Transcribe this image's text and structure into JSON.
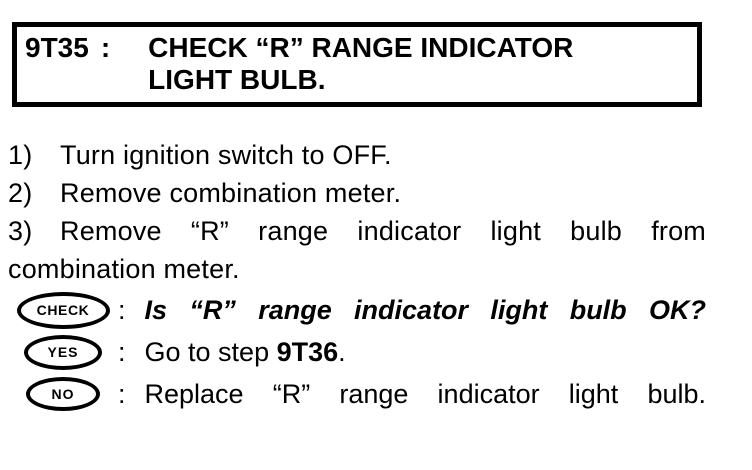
{
  "colors": {
    "background": "#ffffff",
    "text": "#000000"
  },
  "header": {
    "step_id": "9T35",
    "separator": ":",
    "title_line1": "CHECK “R” RANGE INDICATOR",
    "title_line2": "LIGHT BULB."
  },
  "procedure": {
    "steps": [
      {
        "num": "1)",
        "text": "Turn ignition switch to OFF."
      },
      {
        "num": "2)",
        "text": "Remove combination meter."
      },
      {
        "num": "3)",
        "text": "Remove “R” range indicator light bulb from"
      },
      {
        "num": "",
        "text": "combination meter."
      }
    ]
  },
  "decision": {
    "rows": [
      {
        "badge": "CHECK",
        "colon": ":",
        "text": "Is “R” range indicator light bulb OK?"
      },
      {
        "badge": "YES",
        "colon": ":",
        "prefix": "Go to step ",
        "bold": "9T36",
        "suffix": "."
      },
      {
        "badge": "NO",
        "colon": ":",
        "text": "Replace “R” range indicator light bulb."
      }
    ]
  }
}
